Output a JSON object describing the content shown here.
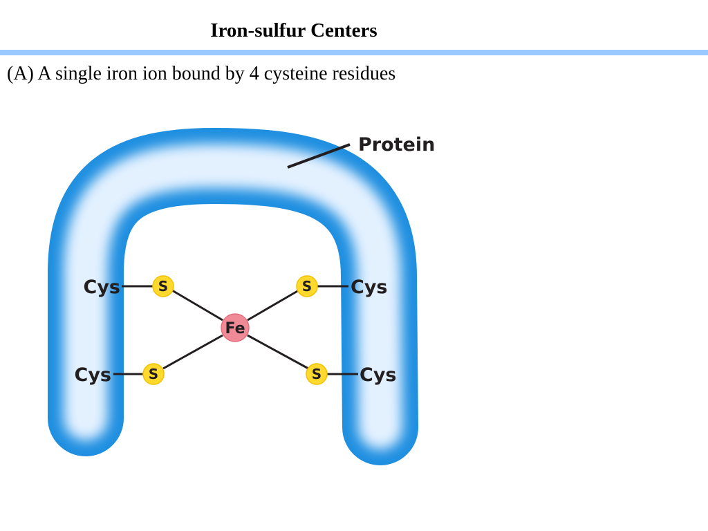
{
  "slide": {
    "title": "Iron-sulfur Centers",
    "subtitle": "(A) A single iron ion bound by 4 cysteine residues"
  },
  "diagram": {
    "protein_label": "Protein",
    "center_atom": "Fe",
    "sulfur_atom": "S",
    "residue_label": "Cys",
    "colors": {
      "protein_edge": "#1f8fe0",
      "protein_core": "#e3f1ff",
      "sulfur": "#ffd92e",
      "iron": "#f08a96",
      "rule": "#99c9ff"
    }
  }
}
